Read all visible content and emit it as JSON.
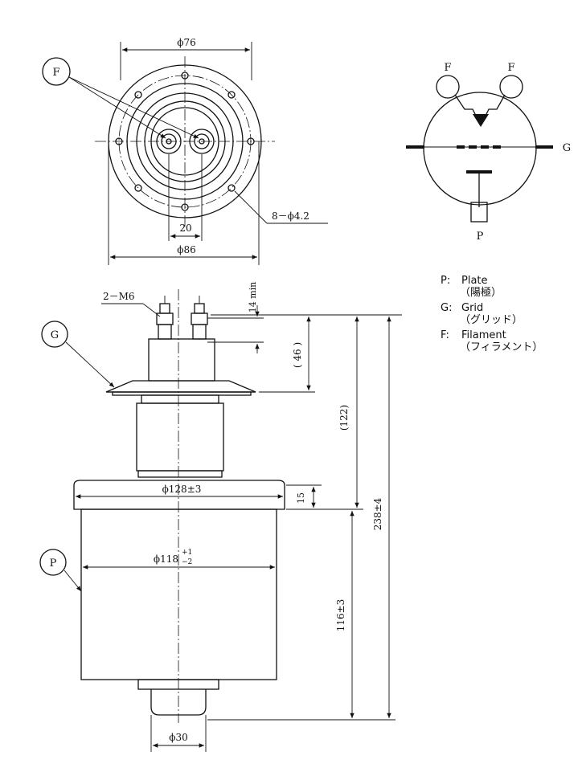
{
  "top_view": {
    "label_F": "F",
    "dim_outer_flange": "ϕ76",
    "dim_base": "ϕ86",
    "dim_pin_spacing": "20",
    "dim_holes": "8－ϕ4.2"
  },
  "side_view": {
    "label_G": "G",
    "label_P": "P",
    "dim_thread": "2－M6",
    "dim_min": "14 min",
    "dim_46": "( 46 )",
    "dim_122": "(122)",
    "dim_flange_dia": "ϕ128±3",
    "dim_15": "15",
    "dim_238": "238±4",
    "dim_body_dia": "ϕ118",
    "dim_body_tol_upper": "+1",
    "dim_body_tol_lower": "−2",
    "dim_116": "116±3",
    "dim_30": "ϕ30"
  },
  "schematic": {
    "label_F_left": "F",
    "label_F_right": "F",
    "label_G": "G",
    "label_P": "P"
  },
  "legend": [
    {
      "code": "P:",
      "name": "Plate",
      "jp": "（陽極）"
    },
    {
      "code": "G:",
      "name": "Grid",
      "jp": "（グリッド）"
    },
    {
      "code": "F:",
      "name": "Filament",
      "jp": "（フィラメント）"
    }
  ]
}
